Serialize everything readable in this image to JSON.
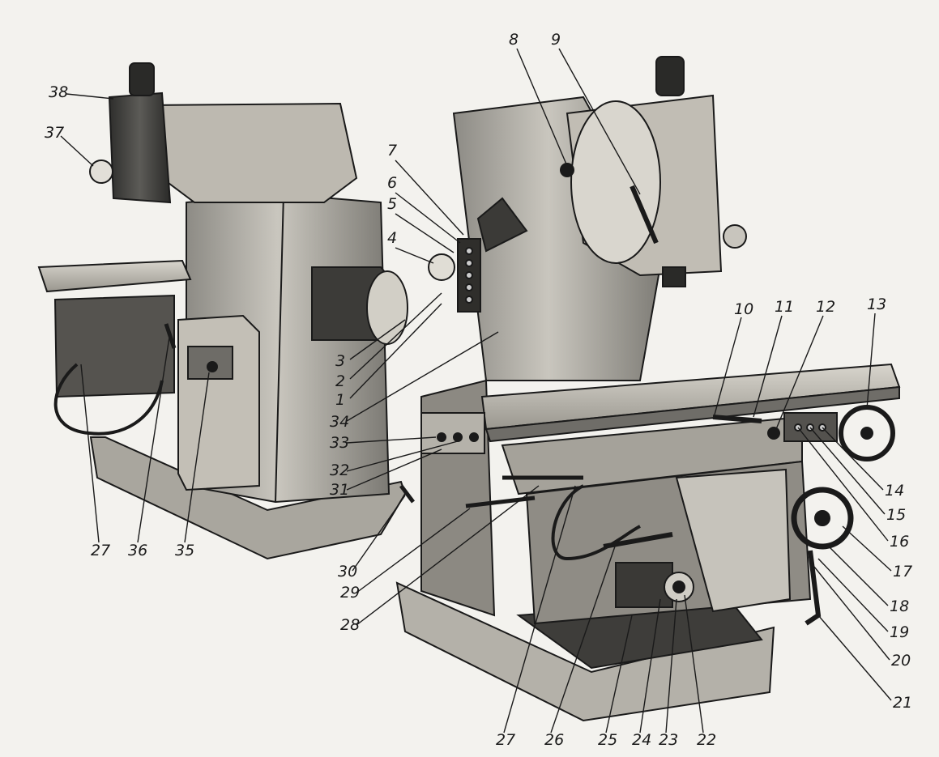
{
  "figure": {
    "callouts": [
      "1",
      "2",
      "3",
      "4",
      "5",
      "6",
      "7",
      "8",
      "9",
      "10",
      "11",
      "12",
      "13",
      "14",
      "15",
      "16",
      "17",
      "18",
      "19",
      "20",
      "21",
      "22",
      "23",
      "24",
      "25",
      "26",
      "27",
      "28",
      "29",
      "30",
      "31",
      "32",
      "33",
      "34",
      "35",
      "36",
      "37",
      "38"
    ],
    "callout_27_repeat": "27",
    "colors": {
      "paper": "#f3f2ee",
      "metal": "#b9b6ae",
      "shadow": "#4a4a47",
      "ink": "#1a1a1a"
    }
  }
}
